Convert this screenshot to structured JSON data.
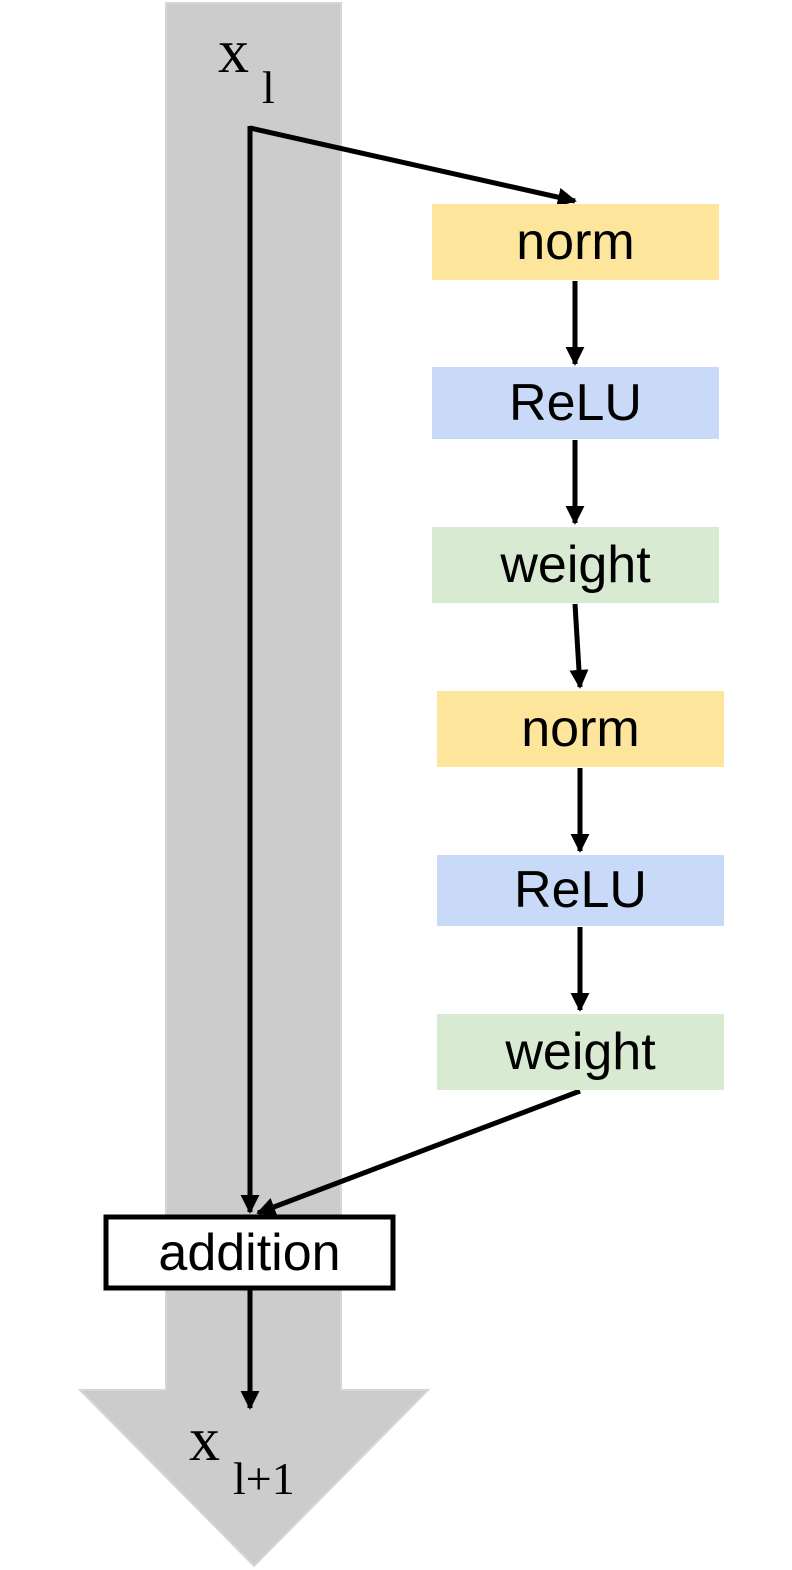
{
  "input": {
    "base": "x",
    "subscript": "l"
  },
  "output": {
    "base": "x",
    "subscript": "l+1"
  },
  "residual_branch": {
    "blocks": [
      {
        "label": "norm",
        "kind": "norm",
        "color": "#fde59c"
      },
      {
        "label": "ReLU",
        "kind": "activation",
        "color": "#c9daf8"
      },
      {
        "label": "weight",
        "kind": "weight",
        "color": "#d9ead3"
      },
      {
        "label": "norm",
        "kind": "norm",
        "color": "#fde59c"
      },
      {
        "label": "ReLU",
        "kind": "activation",
        "color": "#c9daf8"
      },
      {
        "label": "weight",
        "kind": "weight",
        "color": "#d9ead3"
      }
    ]
  },
  "merge": {
    "label": "addition"
  },
  "colors": {
    "identity_path": "#cccccc",
    "arrow": "#000000",
    "addition_fill": "#ffffff",
    "addition_border": "#000000"
  }
}
